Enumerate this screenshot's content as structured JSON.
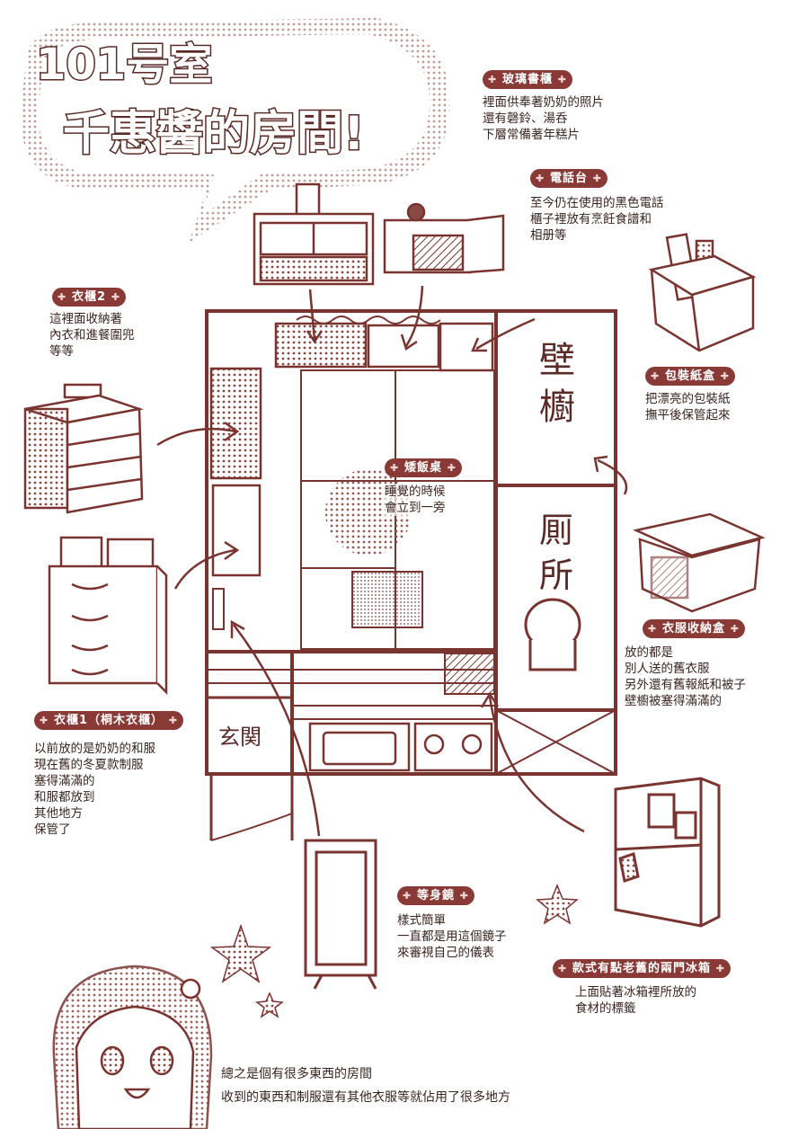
{
  "title": {
    "line1": "101号室",
    "line2": "千惠醬的房間!"
  },
  "rooms": {
    "closet": "壁櫥",
    "toilet": "厠所",
    "entrance": "玄関"
  },
  "labels": {
    "glass_cabinet": {
      "title": "玻璃書櫃",
      "text": "裡面供奉著奶奶的照片\n還有磬鈴、湯呑\n下層常備著年糕片"
    },
    "phone_stand": {
      "title": "電話台",
      "text": "至今仍在使用的黑色電話\n櫃子裡放有烹飪食譜和\n相册等"
    },
    "wardrobe2": {
      "title": "衣櫃2",
      "text": "這裡面收納著\n內衣和進餐圍兜\n等等"
    },
    "wrap_box": {
      "title": "包裝紙盒",
      "text": "把漂亮的包裝紙\n撫平後保管起來"
    },
    "low_table": {
      "title": "矮飯桌",
      "text": "睡覺的時候\n會立到一旁"
    },
    "clothes_box": {
      "title": "衣服收納盒",
      "text": "放的都是\n別人送的舊衣服\n另外還有舊報紙和被子\n壁櫥被塞得滿滿的"
    },
    "wardrobe1": {
      "title": "衣櫃1（桐木衣櫃）",
      "text": "以前放的是奶奶的和服\n現在舊的冬夏款制服\n塞得滿滿的\n和服都放到\n其他地方\n保管了"
    },
    "mirror": {
      "title": "等身鏡",
      "text": "樣式簡單\n一直都是用這個鏡子\n來審視自己的儀表"
    },
    "fridge": {
      "title": "款式有點老舊的兩門冰箱",
      "text": "上面貼著冰箱裡所放的\n食材的標籤"
    }
  },
  "footer": {
    "line1": "總之是個有很多東西的房間",
    "line2": "收到的東西和制服還有其他衣服等就佔用了很多地方"
  },
  "colors": {
    "line": "#7a3430",
    "tag": "#8a3a36",
    "fill_dark": "#8a4a44"
  }
}
